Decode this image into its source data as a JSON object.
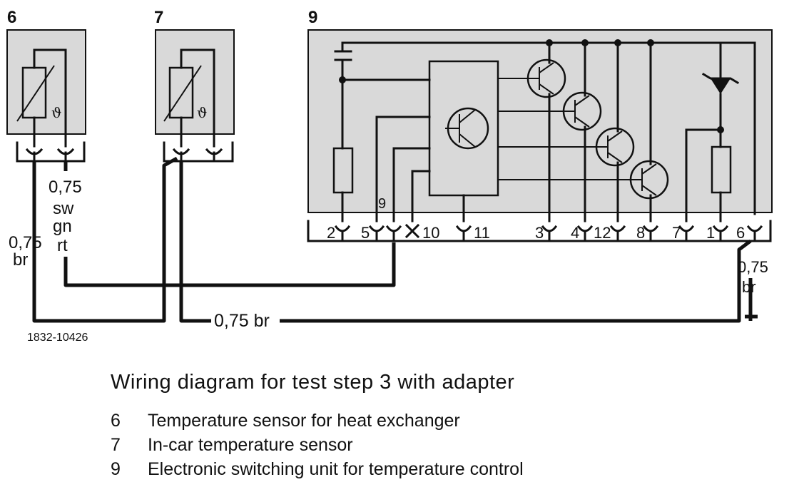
{
  "components": {
    "c6": {
      "number": "6"
    },
    "c7": {
      "number": "7"
    },
    "c9": {
      "number": "9"
    }
  },
  "unit_pins": [
    "2",
    "5",
    "9",
    "10",
    "11",
    "3",
    "4",
    "12",
    "8",
    "7",
    "1",
    "6"
  ],
  "wire_labels": {
    "left_size": "0,75",
    "left_color": "br",
    "mid_size": "0,75",
    "mid_color_1": "sw",
    "mid_color_2": "gn",
    "mid_color_3": "rt",
    "bottom": "0,75 br",
    "right_size": "0,75",
    "right_color": "br"
  },
  "figure_id": "1832-10426",
  "caption": "Wiring diagram for test step 3 with adapter",
  "legend": [
    {
      "number": "6",
      "text": "Temperature sensor for heat exchanger"
    },
    {
      "number": "7",
      "text": "In-car temperature sensor"
    },
    {
      "number": "9",
      "text": "Electronic switching unit for temperature control"
    }
  ]
}
